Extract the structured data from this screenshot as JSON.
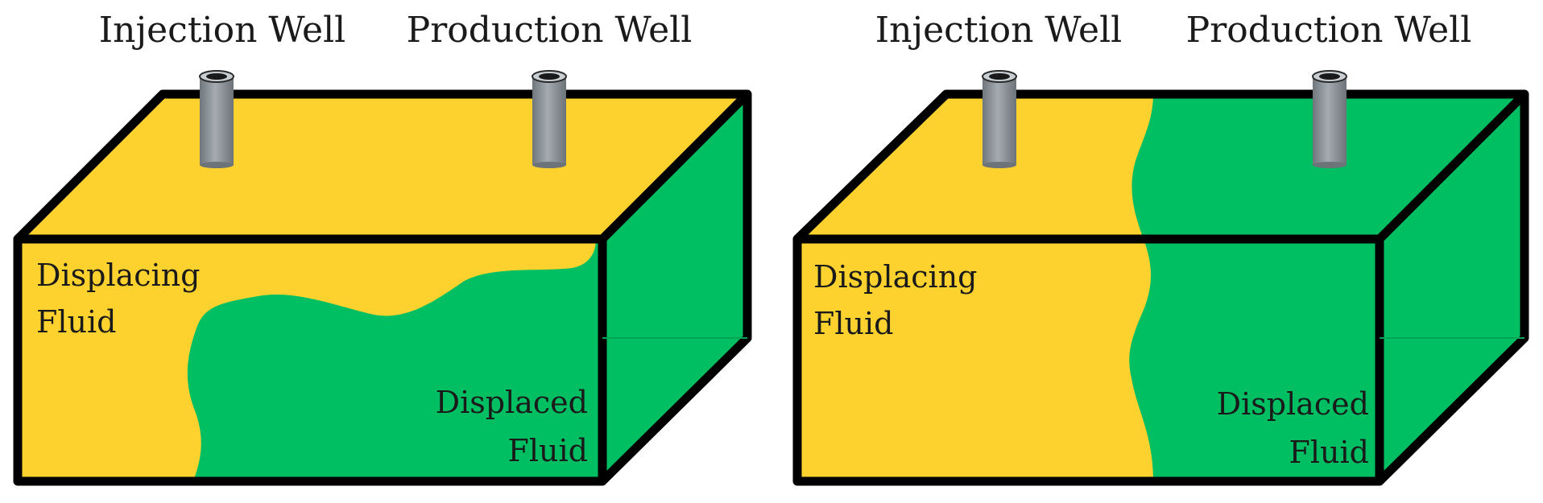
{
  "colors": {
    "displacing_fluid": "#FDD22E",
    "displaced_fluid": "#00BF63",
    "outline": "#000000",
    "well_pipe": "#8E969D"
  },
  "panels": [
    {
      "id": "unstable-displacement",
      "wells": {
        "injection_label": "Injection Well",
        "production_label": "Production Well"
      },
      "fluids": {
        "displacing_line1": "Displacing",
        "displacing_line2": "Fluid",
        "displaced_line1": "Displaced",
        "displaced_line2": "Fluid"
      }
    },
    {
      "id": "stable-displacement",
      "wells": {
        "injection_label": "Injection Well",
        "production_label": "Production Well"
      },
      "fluids": {
        "displacing_line1": "Displacing",
        "displacing_line2": "Fluid",
        "displaced_line1": "Displaced",
        "displaced_line2": "Fluid"
      }
    }
  ]
}
